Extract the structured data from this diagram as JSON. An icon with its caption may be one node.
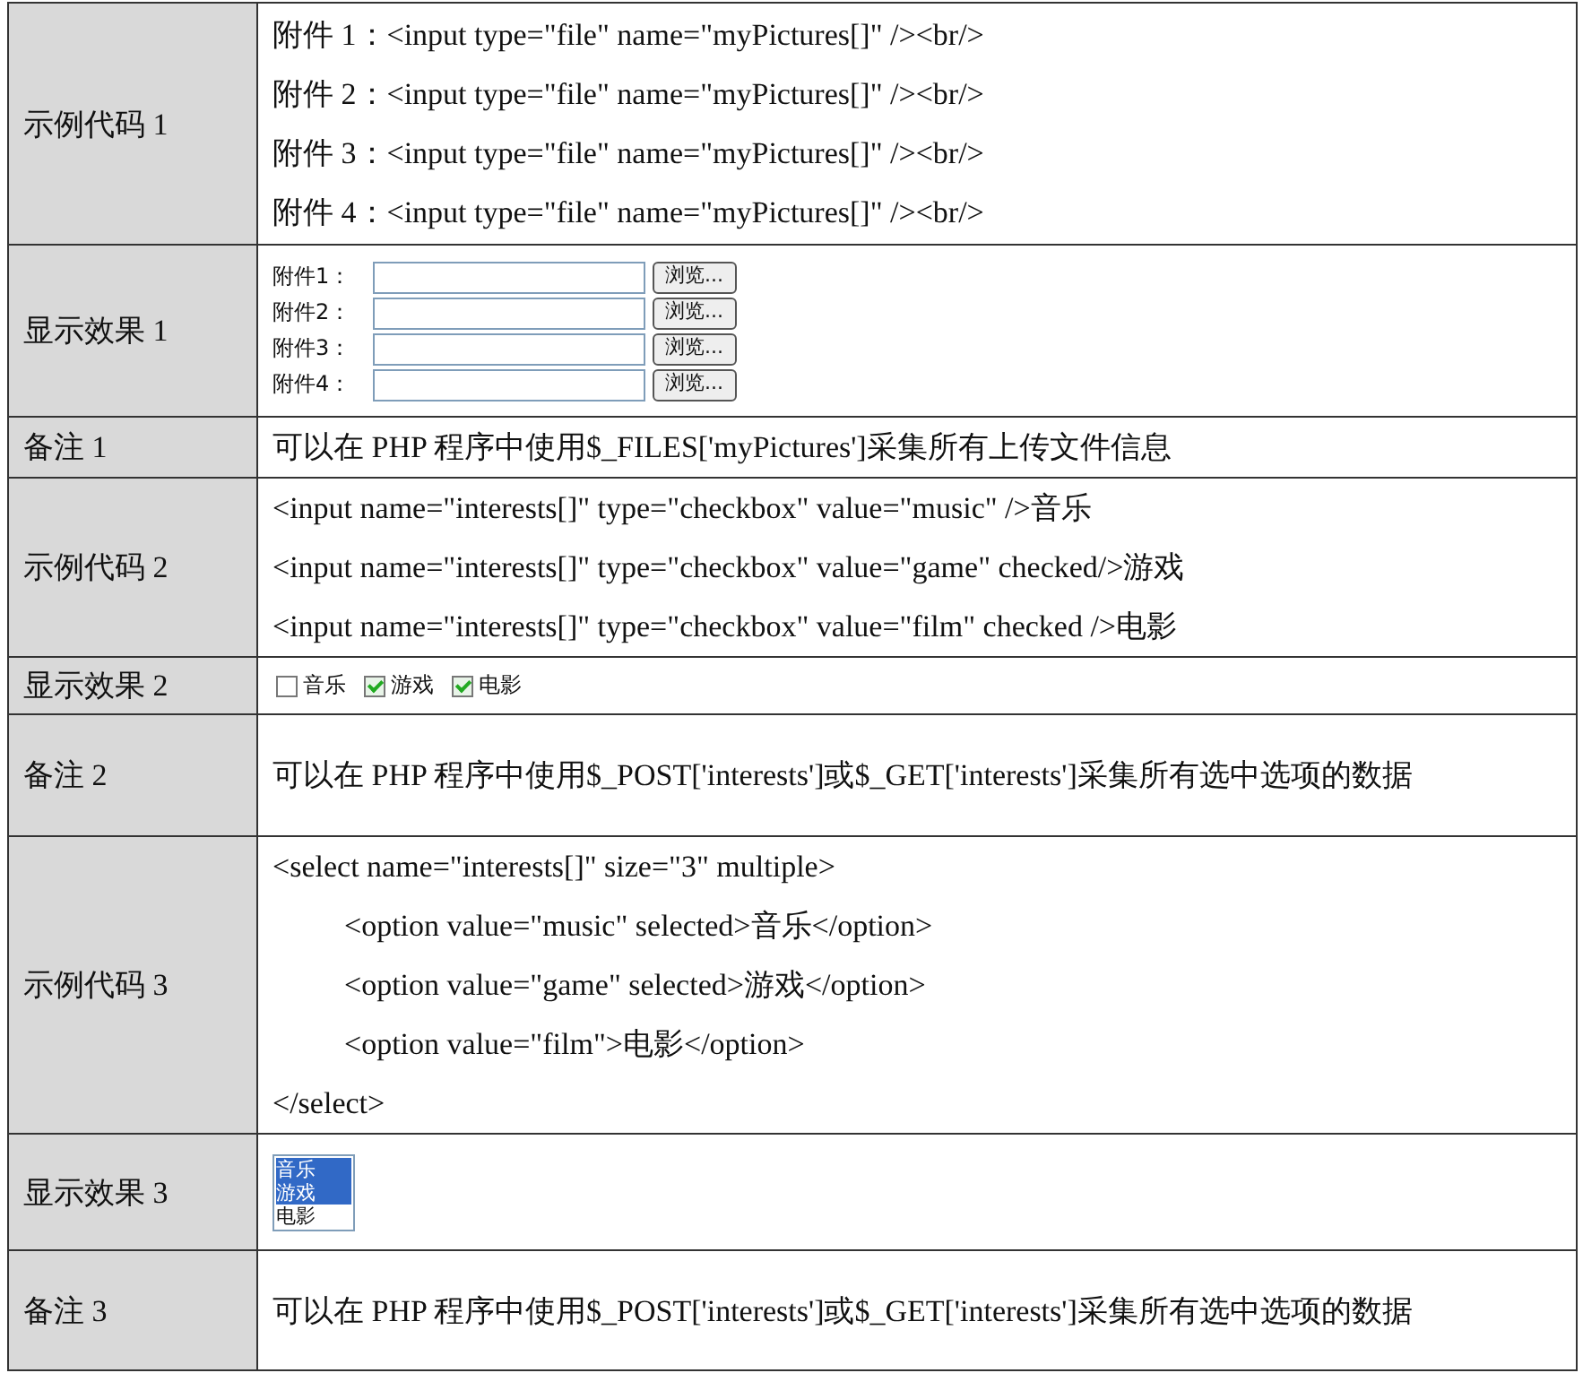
{
  "diagram": {
    "labels": [
      "示例代码 1",
      "附件 1：<input type=\"file\" name=\"myPictures[]\" /><br/>",
      "附件 2：<input type=\"file\" name=\"myPictures[]\" /><br/>",
      "附件 3：<input type=\"file\" name=\"myPictures[]\" /><br/>",
      "附件 4：<input type=\"file\" name=\"myPictures[]\" /><br/>",
      "显示效果 1",
      "附件1：",
      "浏览...",
      "附件2：",
      "浏览...",
      "附件3：",
      "浏览...",
      "附件4：",
      "浏览...",
      "备注 1",
      "可以在 PHP 程序中使用$_FILES['myPictures']采集所有上传文件信息",
      "示例代码 2",
      "<input name=\"interests[]\" type=\"checkbox\" value=\"music\" />音乐",
      "<input name=\"interests[]\" type=\"checkbox\" value=\"game\" checked/>游戏",
      "<input name=\"interests[]\" type=\"checkbox\" value=\"film\" checked />电影",
      "显示效果 2",
      "音乐",
      "游戏",
      "电影",
      "备注 2",
      "可以在 PHP 程序中使用$_POST['interests']或$_GET['interests']采集所有选中选项的数据",
      "示例代码 3",
      "<select name=\"interests[]\" size=\"3\" multiple>",
      "<option value=\"music\" selected>音乐</option>",
      "<option value=\"game\" selected>游戏</option>",
      "<option value=\"film\">电影</option>",
      "</select>",
      "显示效果 3",
      "音乐",
      "游戏",
      "电影",
      "备注 3",
      "可以在 PHP 程序中使用$_POST['interests']或$_GET['interests']采集所有选中选项的数据"
    ]
  }
}
